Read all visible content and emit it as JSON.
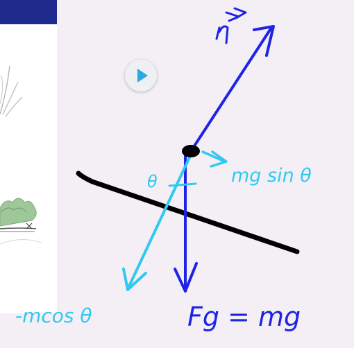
{
  "colors": {
    "normal_vector": "#1f23e6",
    "components": "#33c8f0",
    "surface": "#000000",
    "header_bar": "#1e2a8c",
    "background": "#f3eff4",
    "play_icon": "#2aa8e0"
  },
  "icons": {
    "play": "play-icon"
  },
  "labels": {
    "normal": "n",
    "angle": "θ",
    "parallel_component": "mg sin θ",
    "perpendicular_component": "-mcos θ",
    "gravity": "Fg = mg"
  }
}
